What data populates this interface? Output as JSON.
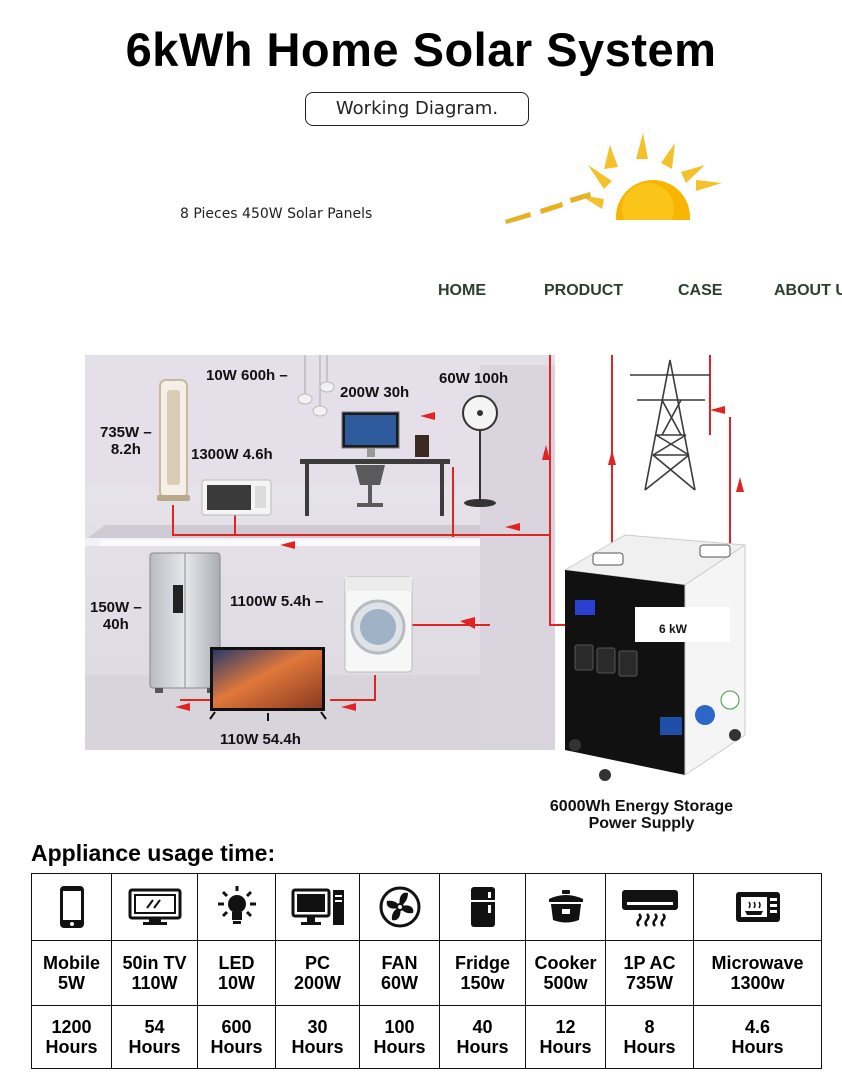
{
  "header": {
    "title": "6kWh Home Solar System",
    "subtitle": "Working Diagram."
  },
  "solar": {
    "panels_label": "8 Pieces 450W Solar Panels"
  },
  "nav": {
    "items": [
      "HOME",
      "PRODUCT",
      "CASE",
      "ABOUT U"
    ]
  },
  "diagram": {
    "appliances": {
      "lamp": "10W 600h",
      "pc": "200W 30h",
      "fan": "60W 100h",
      "tower_ac_power": "735W",
      "tower_ac_hours": "8.2h",
      "microwave": "1300W 4.6h",
      "fridge_power": "150W",
      "fridge_hours": "40h",
      "washer": "1100W  5.4h",
      "tv": "110W  54.4h"
    },
    "battery_badge": "6 kW",
    "battery_caption_line1": "6000Wh Energy Storage",
    "battery_caption_line2": "Power Supply"
  },
  "usage": {
    "title": "Appliance usage time:",
    "columns": [
      {
        "icon": "mobile-icon",
        "name": "Mobile",
        "power": "5W",
        "hours_value": "1200",
        "hours_unit": "Hours"
      },
      {
        "icon": "tv-icon",
        "name": "50in TV",
        "power": "110W",
        "hours_value": "54",
        "hours_unit": "Hours"
      },
      {
        "icon": "bulb-icon",
        "name": "LED",
        "power": "10W",
        "hours_value": "600",
        "hours_unit": "Hours"
      },
      {
        "icon": "pc-icon",
        "name": "PC",
        "power": "200W",
        "hours_value": "30",
        "hours_unit": "Hours"
      },
      {
        "icon": "fan-icon",
        "name": "FAN",
        "power": "60W",
        "hours_value": "100",
        "hours_unit": "Hours"
      },
      {
        "icon": "fridge-icon",
        "name": "Fridge",
        "power": "150w",
        "hours_value": "40",
        "hours_unit": "Hours"
      },
      {
        "icon": "cooker-icon",
        "name": "Cooker",
        "power": "500w",
        "hours_value": "12",
        "hours_unit": "Hours"
      },
      {
        "icon": "ac-icon",
        "name": "1P AC",
        "power": "735W",
        "hours_value": "8",
        "hours_unit": "Hours"
      },
      {
        "icon": "microwave-icon",
        "name": "Microwave",
        "power": "1300w",
        "hours_value": "4.6",
        "hours_unit": "Hours"
      }
    ]
  },
  "colors": {
    "wire_red": "#e02424",
    "wall": "#e9e6ec",
    "sun": "#f7b500",
    "nav_text": "#2c3e30"
  }
}
